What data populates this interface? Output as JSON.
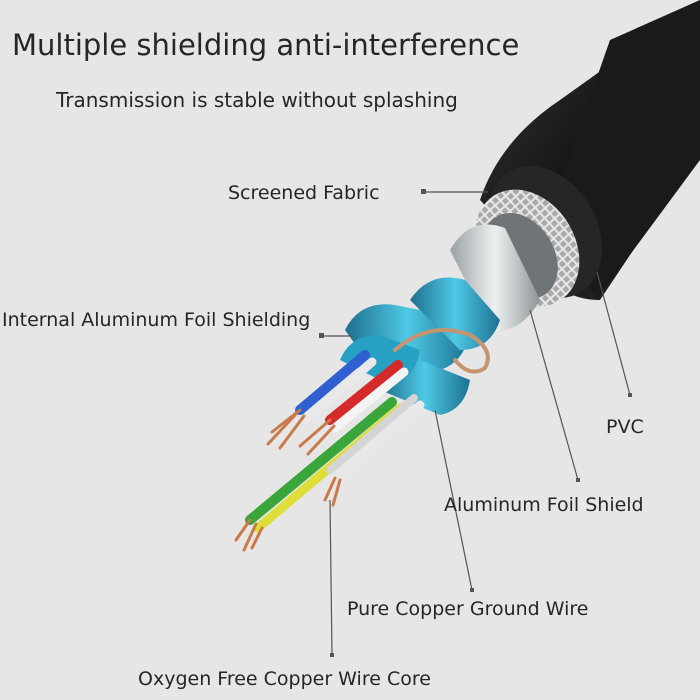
{
  "title": "Multiple shielding anti-interference",
  "subtitle": "Transmission is stable without splashing",
  "labels": {
    "screened_fabric": "Screened Fabric",
    "internal_foil": "Internal Aluminum Foil Shielding",
    "pvc": "PVC",
    "aluminum_foil_shield": "Aluminum Foil Shield",
    "ground_wire": "Pure Copper Ground Wire",
    "wire_core": "Oxygen Free Copper Wire Core"
  },
  "colors": {
    "background": "#e6e6e6",
    "jacket": "#1c1c1c",
    "braid": "#b9b9b9",
    "foil_blue": "#2aa7c9",
    "foil_silver": "#cfd3d4",
    "copper": "#c87a4a"
  }
}
